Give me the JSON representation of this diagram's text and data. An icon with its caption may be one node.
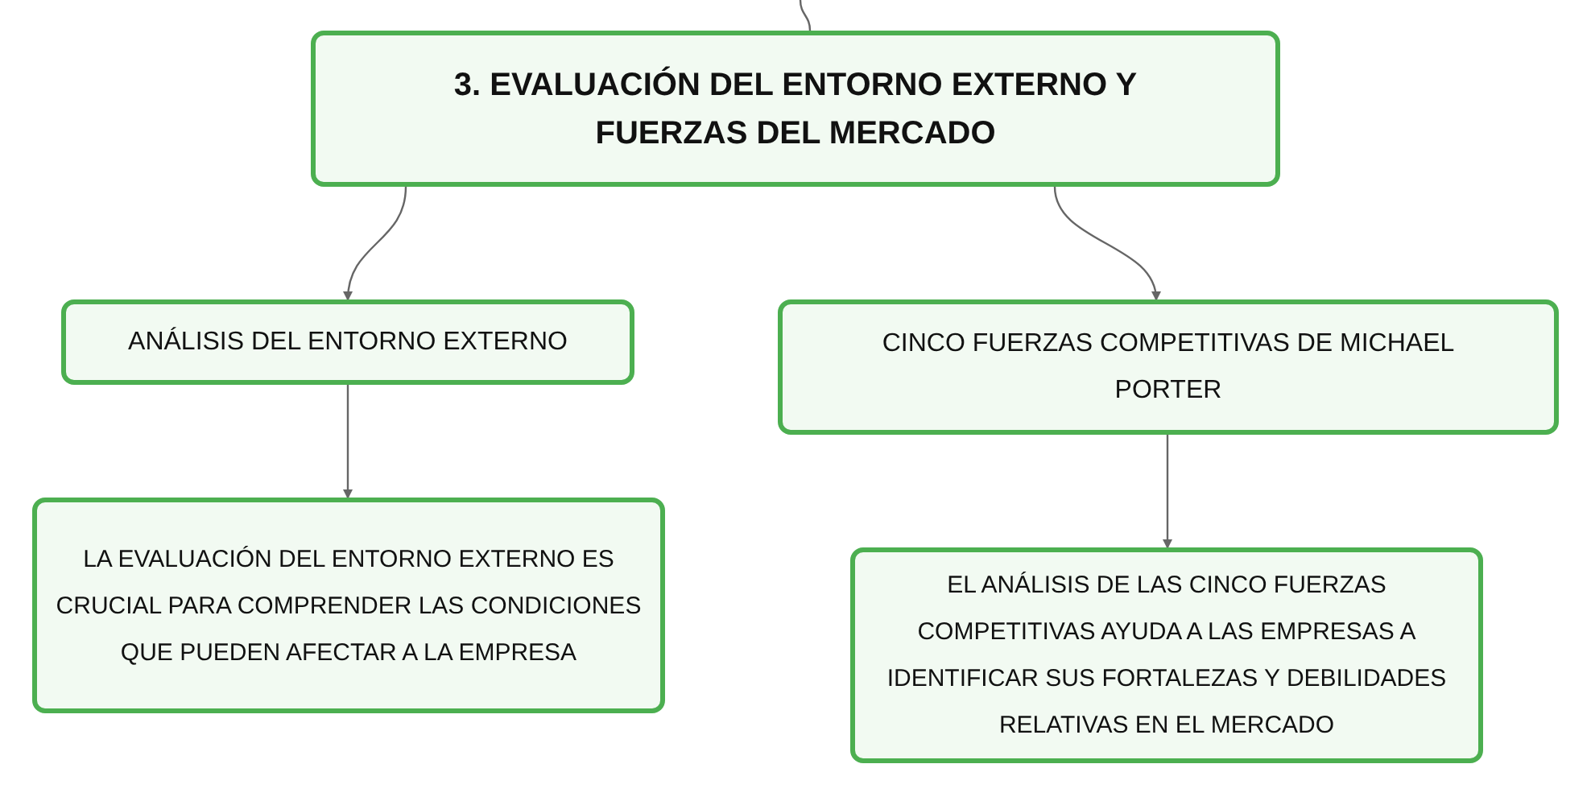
{
  "diagram": {
    "nodes": [
      {
        "text": [
          "3. EVALUACIÓN DEL ENTORNO EXTERNO Y FUERZAS DEL MERCADO"
        ]
      },
      {
        "text": [
          "ANÁLISIS DEL ENTORNO EXTERNO"
        ]
      },
      {
        "text": [
          "CINCO FUERZAS COMPETITIVAS DE MICHAEL PORTER"
        ]
      },
      {
        "text": [
          "LA EVALUACIÓN DEL ENTORNO EXTERNO ES CRUCIAL PARA COMPRENDER LAS CONDICIONES QUE PUEDEN AFECTAR A LA EMPRESA"
        ]
      },
      {
        "text": [
          "EL ANÁLISIS DE LAS CINCO FUERZAS COMPETITIVAS AYUDA A LAS EMPRESAS A IDENTIFICAR SUS FORTALEZAS Y DEBILIDADES RELATIVAS EN EL MERCADO"
        ]
      }
    ],
    "edges": [
      {
        "from": null,
        "to": 0,
        "arrow": "none"
      },
      {
        "from": 0,
        "to": 1,
        "arrow": "to"
      },
      {
        "from": 0,
        "to": 2,
        "arrow": "to"
      },
      {
        "from": 1,
        "to": 3,
        "arrow": "to"
      },
      {
        "from": 2,
        "to": 4,
        "arrow": "to"
      }
    ]
  }
}
